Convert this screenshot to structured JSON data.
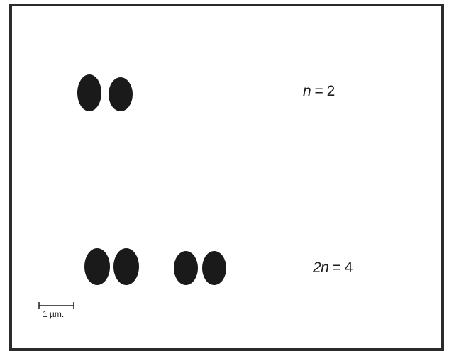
{
  "figure": {
    "top_label": {
      "variable": "n",
      "rest": " = 2"
    },
    "bottom_label": {
      "variable": "2n",
      "rest": " = 4"
    },
    "scale_bar": {
      "label": "1 µm."
    },
    "colors": {
      "chromosome": "#1a1a1a",
      "frame": "#2b2b2b",
      "background": "#ffffff"
    }
  }
}
